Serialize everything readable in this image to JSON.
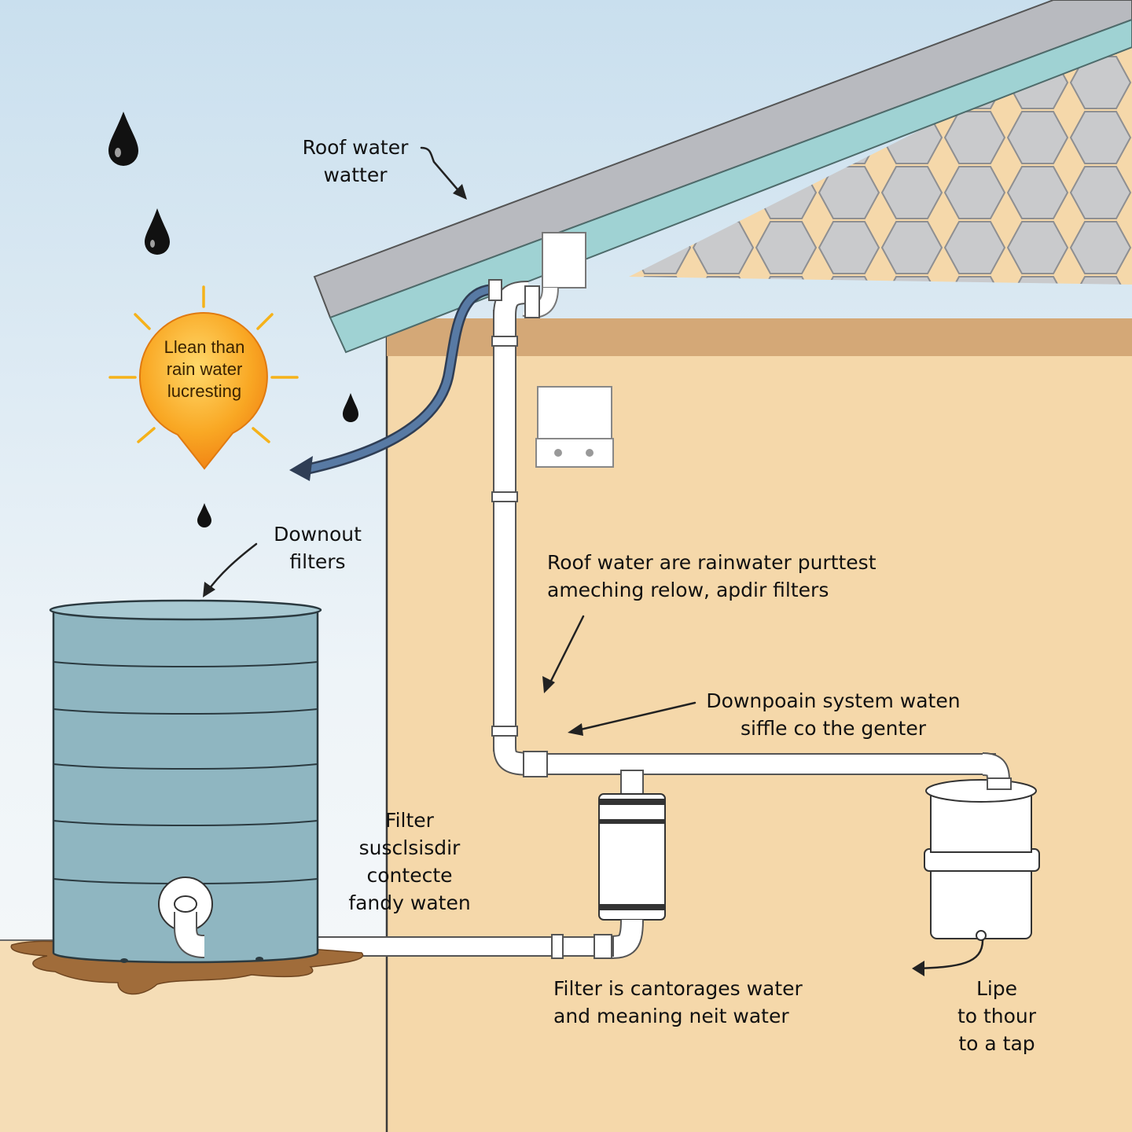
{
  "colors": {
    "sky_top": "#cfe2ef",
    "sky_bottom": "#f3f7fa",
    "wall": "#f5d8aa",
    "wall_band": "#d4a877",
    "roof_top": "#b9bcc1",
    "gutter": "#9fd2d3",
    "tank": "#8fb6c1",
    "pipe": "#ffffff",
    "hose": "#4f6a8f",
    "sun": "#f7a21b",
    "ground": "#f5ddb6",
    "mud": "#a06c3a"
  },
  "icons": [
    "raindrop-icon",
    "sun-icon",
    "arrow-icon"
  ],
  "labels": {
    "roof_water": [
      "Roof water",
      "watter"
    ],
    "sun_badge": [
      "Llean than",
      "rain water",
      "lucresting"
    ],
    "downout": [
      "Downout",
      "filters"
    ],
    "roof_rainwater": [
      "Roof water are rainwater purttest",
      "ameching relow, apdir filters"
    ],
    "downpipe_system": [
      "Downpoain system waten",
      "siffle co the genter"
    ],
    "filter_suscl": [
      "Filter",
      "susclsisdir",
      "contecte",
      "fandy waten"
    ],
    "filter_storage": [
      "Filter is cantorages water",
      "and meaning neit water"
    ],
    "pipe_tap": [
      "Lipe",
      "to thour",
      "to a tap"
    ]
  }
}
